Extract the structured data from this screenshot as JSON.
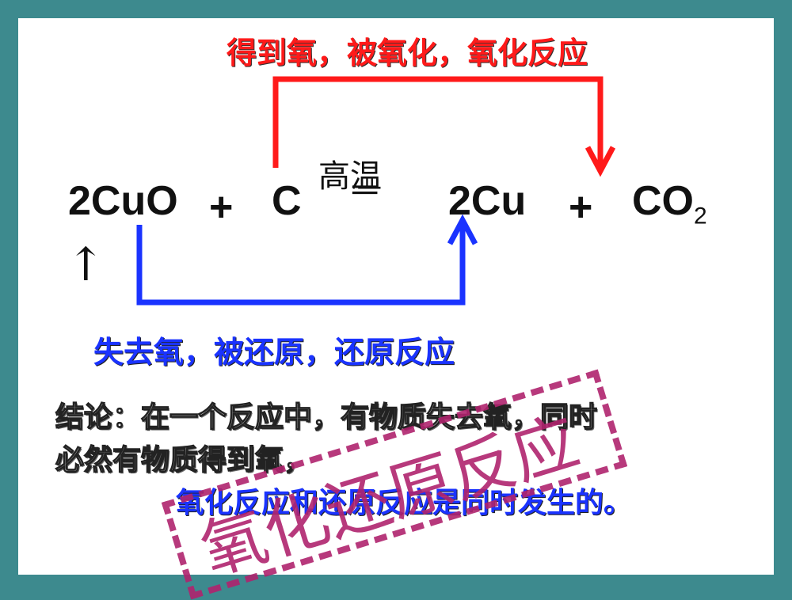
{
  "top_label": "得到氧，被氧化，氧化反应",
  "bottom_label": "失去氧，被还原，还原反应",
  "equation": {
    "reactant1": "2CuO",
    "plus1": "+",
    "reactant2": "C",
    "condition": "高温",
    "equals": "═",
    "product1": "2Cu",
    "plus2": "+",
    "product2": "CO",
    "product2_sub": "2",
    "side_arrow": "↑"
  },
  "conclusion": {
    "line1": "结论：在一个反应中，有物质失去氧，同时",
    "line2": "必然有物质得到氧，",
    "line3": "氧化反应和还原反应是同时发生的。"
  },
  "stamp": {
    "text": "氧化还原反应"
  },
  "colors": {
    "background_frame": "#3d8a8e",
    "oxidation_arrow": "#ff1a1a",
    "reduction_arrow": "#1a33ff",
    "stamp": "#b0246e"
  }
}
